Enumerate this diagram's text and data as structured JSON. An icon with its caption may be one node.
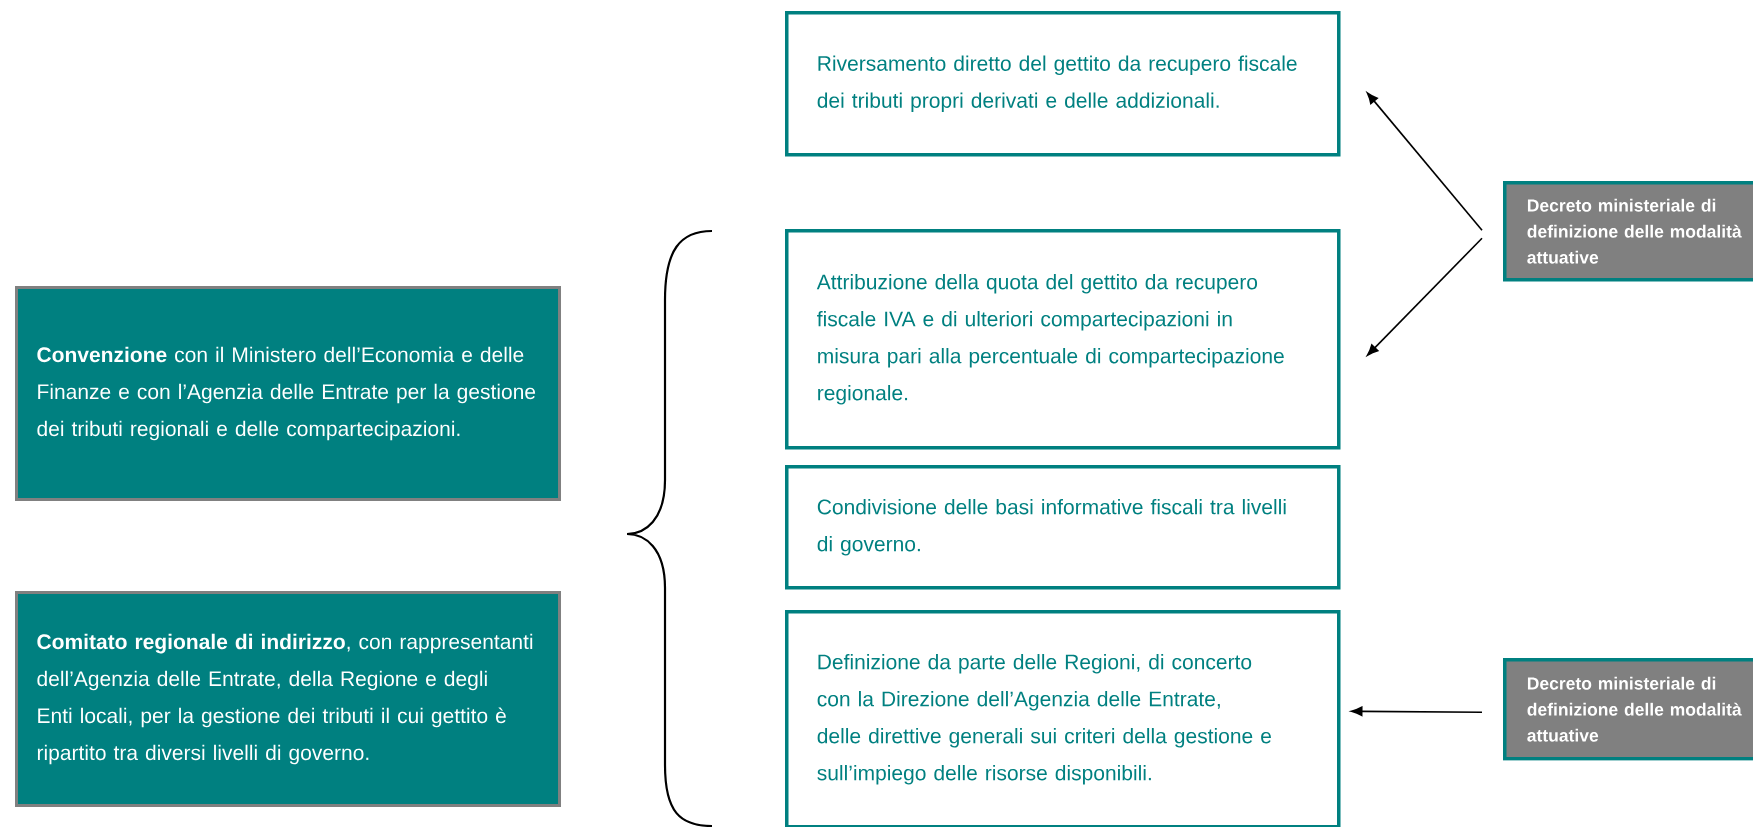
{
  "diagram": {
    "nodes": [
      {
        "text": [
          "**Convenzione** con il Ministero dell’Economia e delle Finanze e con l’Agenzia delle Entrate per la gestione dei tributi regionali e delle compartecipazioni."
        ]
      },
      {
        "text": [
          "**Comitato regionale di indirizzo**, con rappresentanti dell’Agenzia delle Entrate, della Regione e degli Enti locali, per la gestione dei tributi il cui gettito è ripartito tra diversi livelli di governo."
        ]
      },
      {
        "text": [
          "Riversamento diretto del gettito da recupero fiscale dei tributi propri derivati e delle addizionali."
        ]
      },
      {
        "text": [
          "Attribuzione della quota del gettito da recupero fiscale IVA e di ulteriori compartecipazioni in misura pari alla percentuale di compartecipazione regionale."
        ]
      },
      {
        "text": [
          "Condivisione delle basi informative fiscali tra livelli di governo."
        ]
      },
      {
        "text": [
          "Definizione da parte delle Regioni, di concerto con la Direzione dell’Agenzia delle Entrate, delle direttive generali sui criteri della gestione e sull’impiego delle risorse disponibili."
        ]
      },
      {
        "text": [
          "Decreto ministeriale di definizione delle modalità attuative"
        ]
      },
      {
        "text": [
          "Decreto ministeriale di definizione delle modalità attuative"
        ]
      }
    ],
    "edges": [
      {
        "from": 6,
        "to": 2,
        "arrow": "to"
      },
      {
        "from": 6,
        "to": 3,
        "arrow": "to"
      },
      {
        "from": 7,
        "to": 5,
        "arrow": "to"
      }
    ]
  }
}
